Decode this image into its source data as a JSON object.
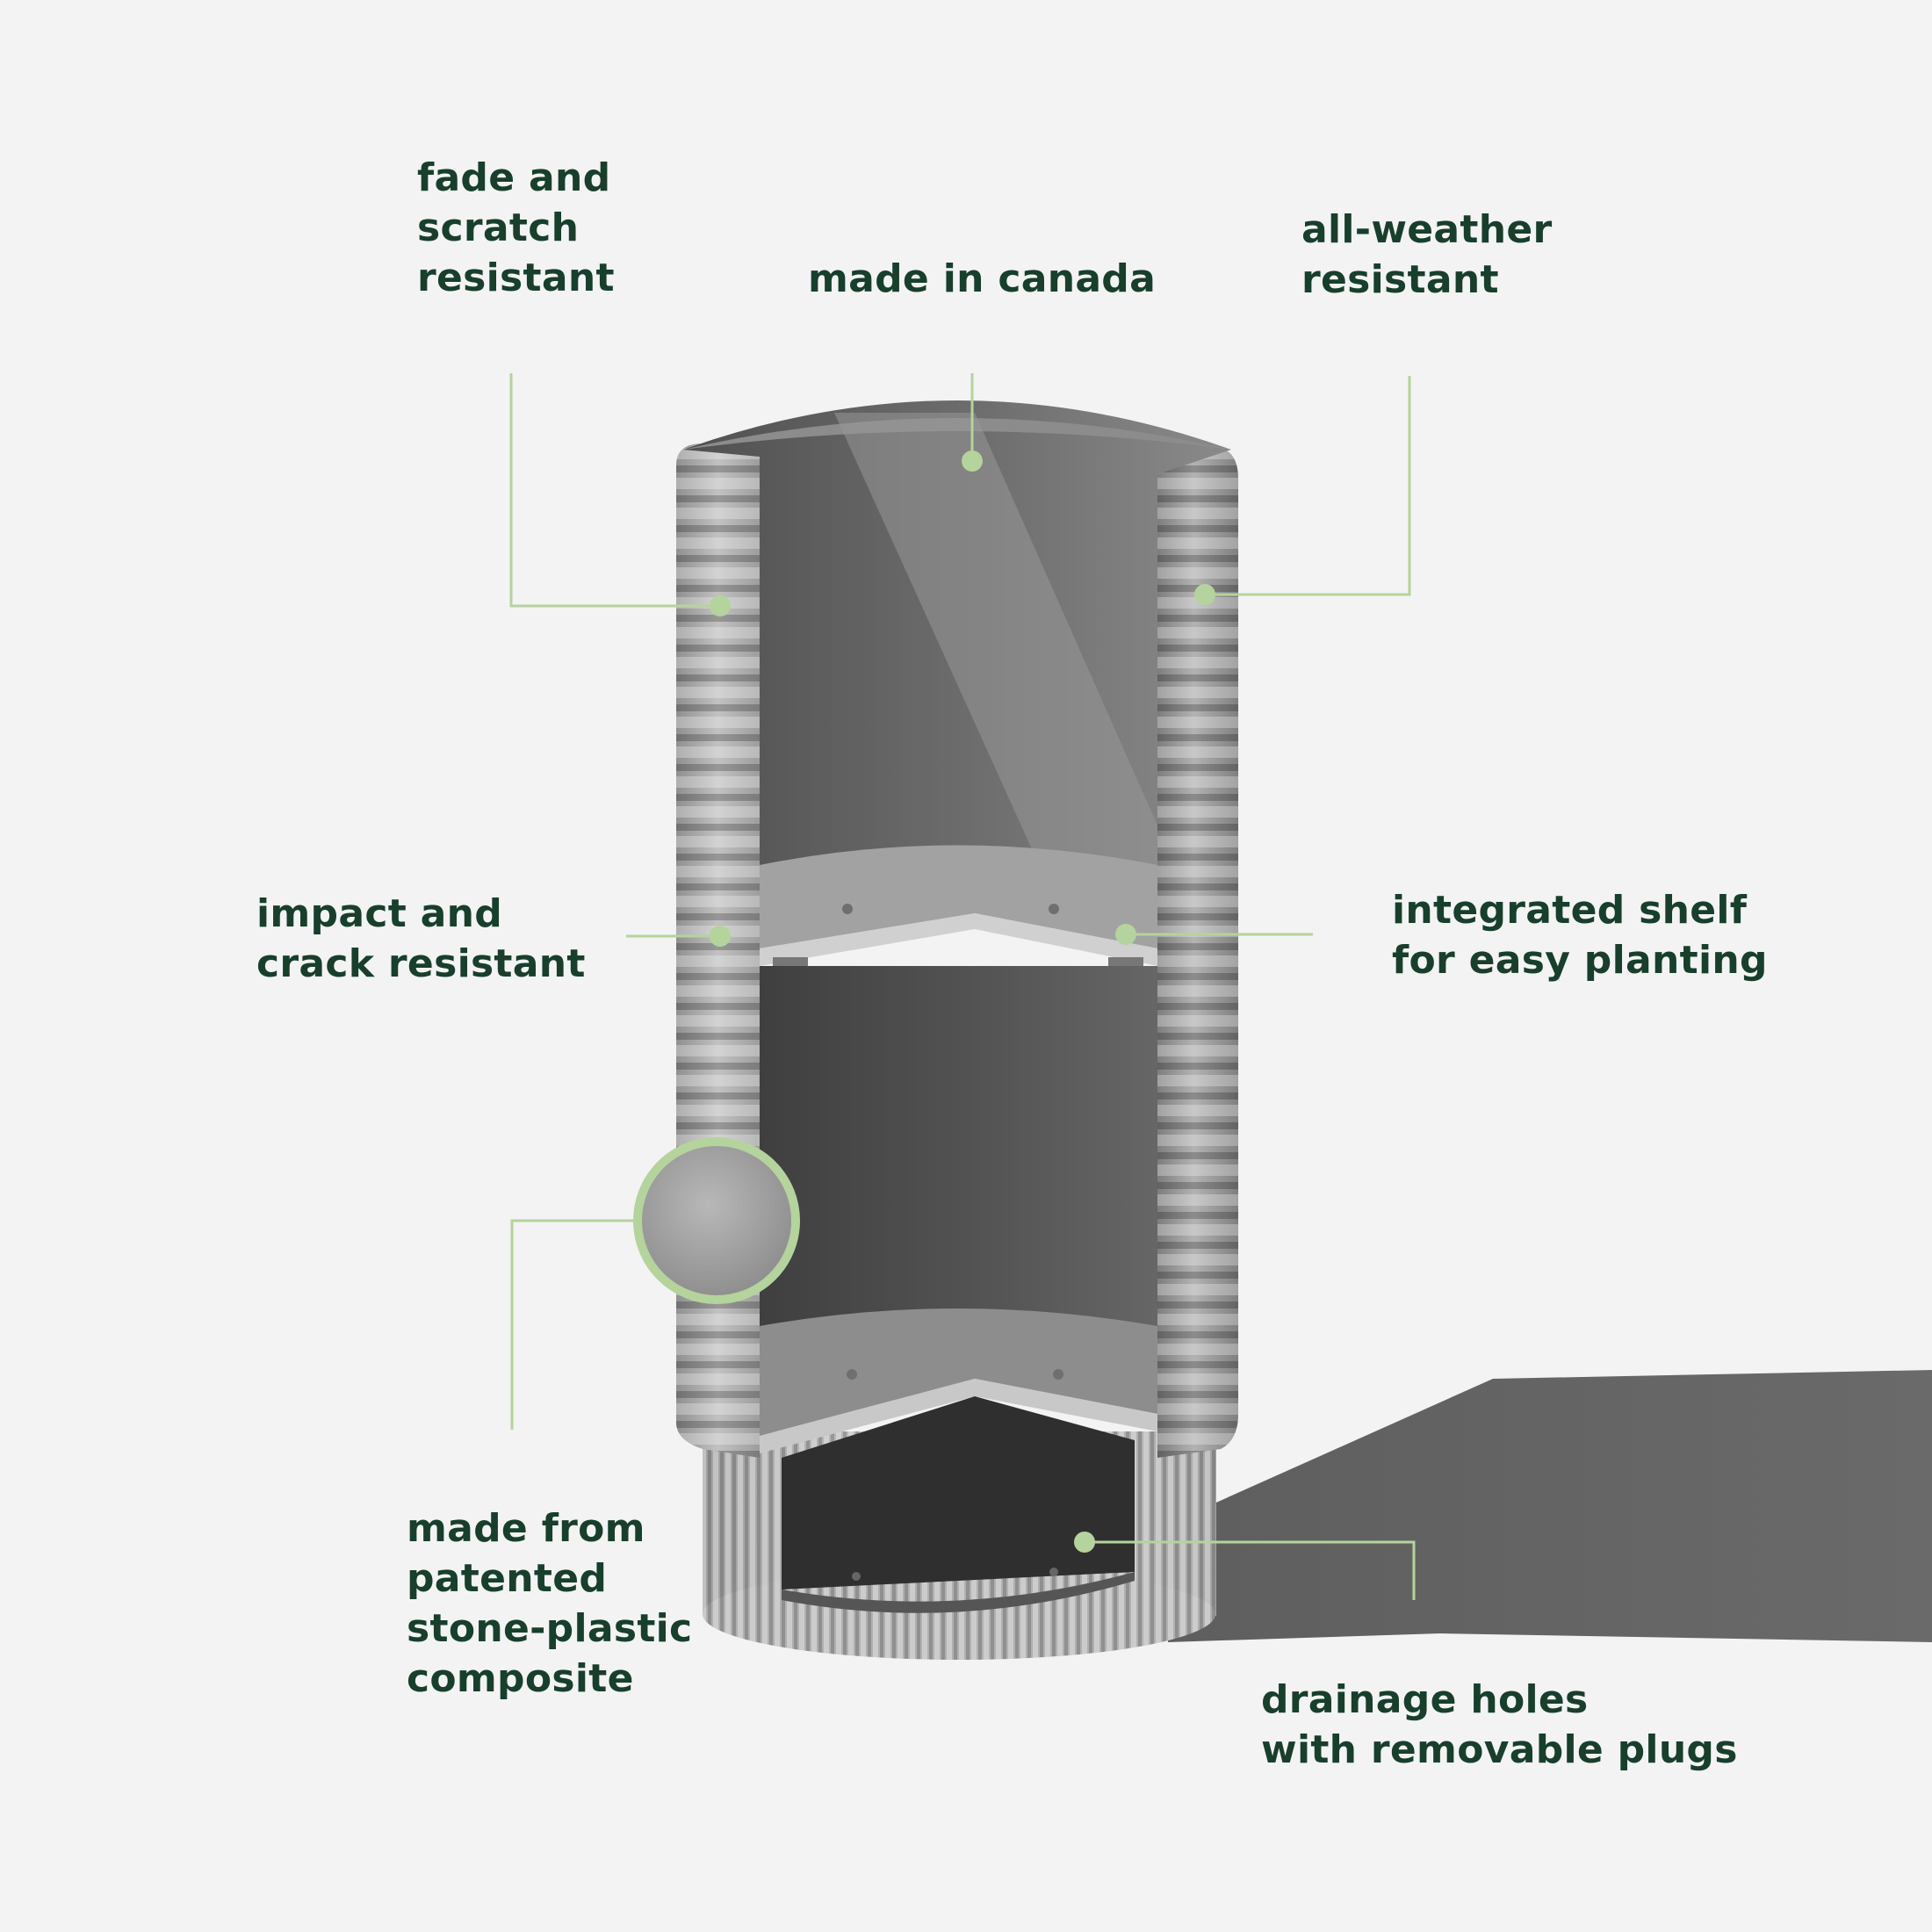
{
  "colors": {
    "background": "#f3f3f3",
    "text": "#173f2c",
    "leader": "#b5d39c",
    "leader_dot": "#b5d39c",
    "planter_light": "#bdbdbd",
    "planter_mid": "#9a9a9a",
    "planter_dark": "#444444",
    "shadow": "#5a5a5a"
  },
  "callouts": [
    {
      "id": "fade-scratch",
      "lines": [
        "fade and",
        "scratch",
        "resistant"
      ]
    },
    {
      "id": "made-in-canada",
      "lines": [
        "made in canada"
      ]
    },
    {
      "id": "all-weather",
      "lines": [
        "all-weather",
        "resistant"
      ]
    },
    {
      "id": "impact-crack",
      "lines": [
        "impact and",
        "crack resistant"
      ]
    },
    {
      "id": "integrated-shelf",
      "lines": [
        "integrated shelf",
        "for easy planting"
      ]
    },
    {
      "id": "stone-plastic",
      "lines": [
        "made from",
        "patented",
        "stone-plastic",
        "composite"
      ]
    },
    {
      "id": "drainage",
      "lines": [
        "drainage holes",
        "with removable plugs"
      ]
    }
  ]
}
